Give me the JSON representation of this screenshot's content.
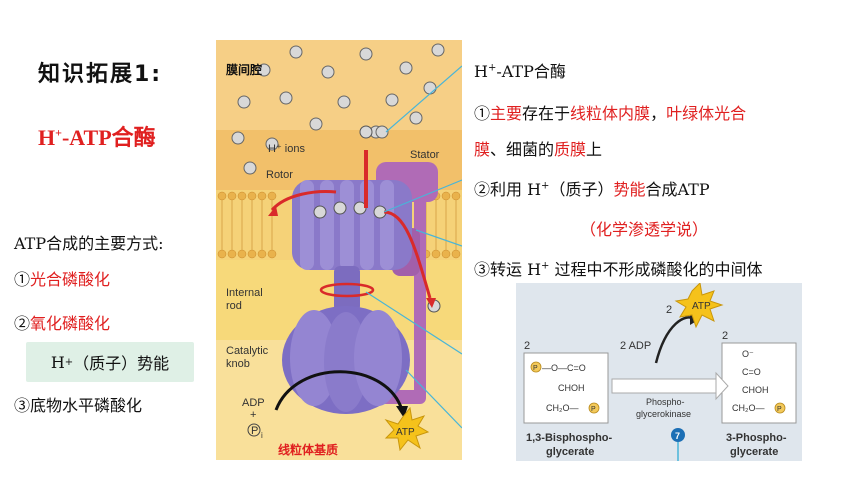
{
  "left": {
    "title": "知识拓展1:",
    "enzyme_base": "H",
    "enzyme_sup": "+",
    "enzyme_rest": "-ATP合酶",
    "modes_heading": "ATP合成的主要方式:",
    "mode1_num": "①",
    "mode1_text": "光合磷酸化",
    "mode2_num": "②",
    "mode2_text": "氧化磷酸化",
    "proton_base": "H",
    "proton_sup": "+",
    "proton_rest": "（质子）势能",
    "mode3": "③底物水平磷酸化"
  },
  "figure": {
    "intermembrane_label": "膜间腔",
    "h_ions_label": "H⁺ ions",
    "stator_label": "Stator",
    "rotor_label": "Rotor",
    "internal_rod_label_1": "Internal",
    "internal_rod_label_2": "rod",
    "catalytic_knob_label_1": "Catalytic",
    "catalytic_knob_label_2": "knob",
    "adp_label": "ADP",
    "plus_label": "+",
    "pi_label": "P",
    "pi_sub": "i",
    "atp_label": "ATP",
    "matrix_label": "线粒体基质"
  },
  "right": {
    "heading_base": "H",
    "heading_sup": "+",
    "heading_rest": "-ATP合酶",
    "p1_num": "①",
    "p1_a": "主要",
    "p1_b": "存在于",
    "p1_c": "线粒体内膜",
    "p1_d": "，",
    "p1_e": "叶绿体光合",
    "p1_f": "膜",
    "p1_g": "、细菌的",
    "p1_h": "质膜",
    "p1_i": "上",
    "p2_a": "②利用 H",
    "p2_sup": "+",
    "p2_b": "（质子）",
    "p2_c": "势能",
    "p2_d": "合成ATP",
    "p2_sub": "（化学渗透学说）",
    "p3_a": "③转运 H",
    "p3_sup": "+",
    "p3_b": " 过程中不形成磷酸化的中间体"
  },
  "inset": {
    "atp_count": "2",
    "atp_label": "ATP",
    "adp_label": "2 ADP",
    "left_count": "2",
    "right_count": "2",
    "enzyme_1": "Phospho-",
    "enzyme_2": "glycerokinase",
    "left_name_1": "1,3-Bisphospho-",
    "left_name_2": "glycerate",
    "right_name_1": "3-Phospho-",
    "right_name_2": "glycerate",
    "step": "7",
    "choh": "CHOH",
    "ch2o": "CH₂O—",
    "p": "P",
    "o_minus": "O⁻",
    "c_o": "C=O",
    "oc_o": "—O—C=O"
  },
  "colors": {
    "accent_red": "#e02020",
    "proton_box": "#dff0e6",
    "intermembrane": "#f2c06a",
    "matrix": "#f7d97a",
    "enzyme_purple": "#8a79c9",
    "pointer": "#48b5d8"
  }
}
